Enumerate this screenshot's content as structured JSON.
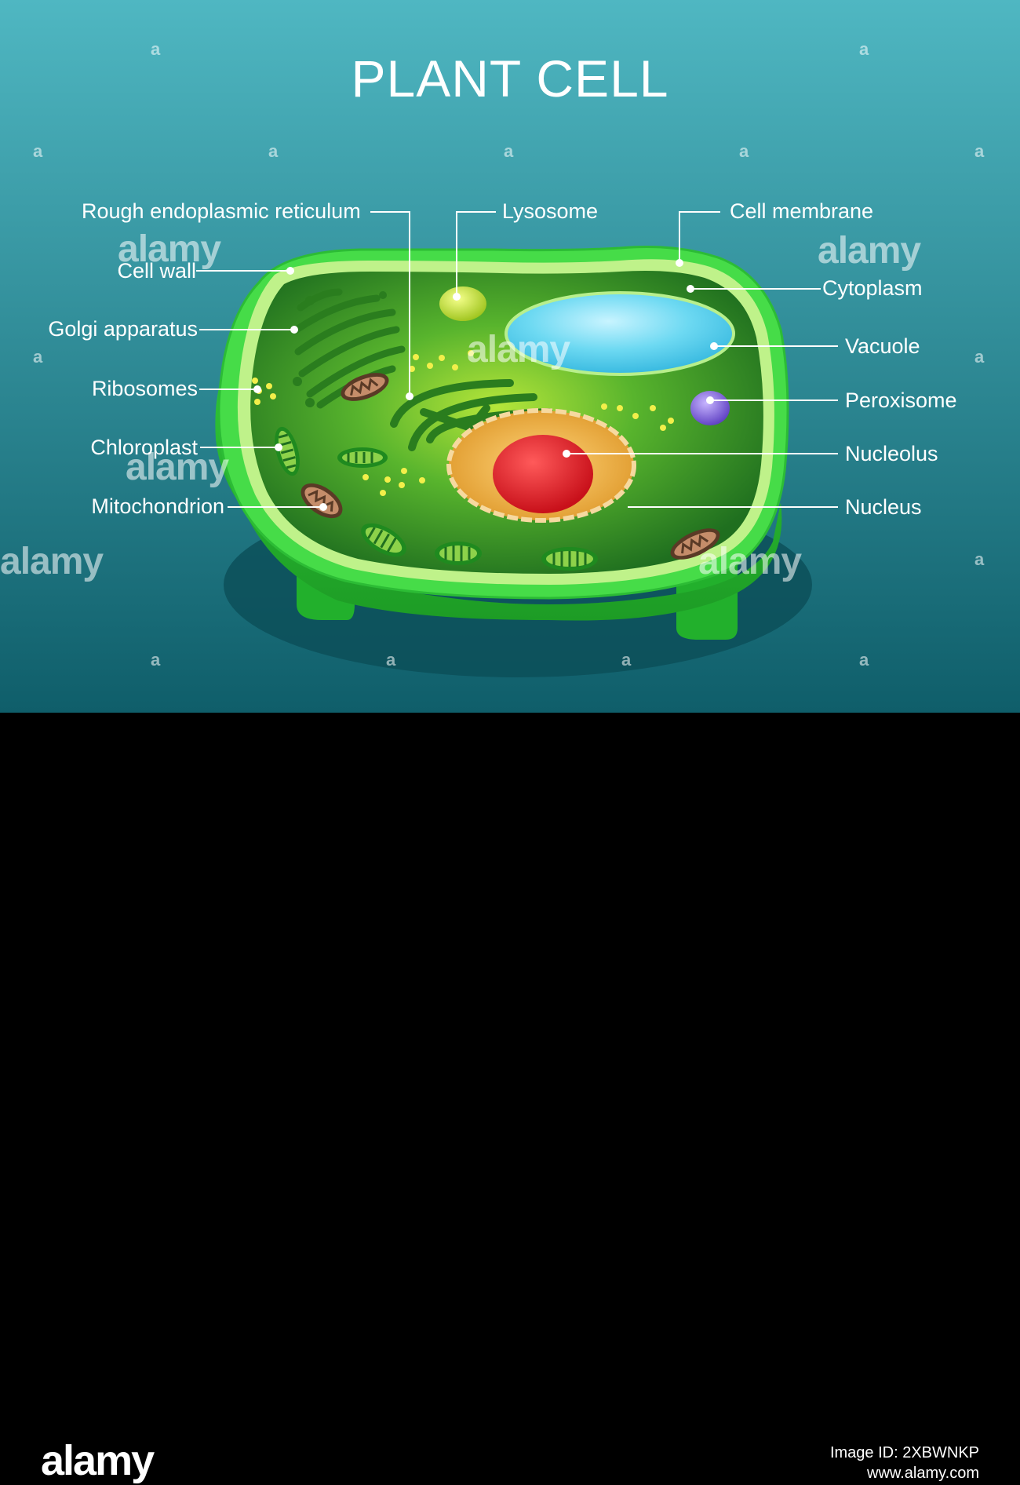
{
  "title": "PLANT CELL",
  "labels_left": {
    "rough_er": "Rough endoplasmic reticulum",
    "cell_wall": "Cell wall",
    "golgi": "Golgi apparatus",
    "ribosomes": "Ribosomes",
    "chloroplast": "Chloroplast",
    "mitochondrion": "Mitochondrion"
  },
  "labels_right": {
    "lysosome": "Lysosome",
    "cell_membrane": "Cell membrane",
    "cytoplasm": "Cytoplasm",
    "vacuole": "Vacuole",
    "peroxisome": "Peroxisome",
    "nucleolus": "Nucleolus",
    "nucleus": "Nucleus"
  },
  "watermark": {
    "text": "alamy",
    "small": "a"
  },
  "footer": {
    "logo": "alamy",
    "image_id": "Image ID: 2XBWNKP",
    "url": "www.alamy.com"
  },
  "colors": {
    "bg_top": "#4fb7c2",
    "bg_bottom": "#0f5e6a",
    "cell_wall": "#35d13f",
    "cytoplasm": "#3c9a2a",
    "vacuole": "#5bd5f0",
    "nucleus": "#f1b74a",
    "nucleolus": "#e4171f",
    "peroxisome": "#7a5cd6",
    "lysosome": "#c8e32a"
  }
}
